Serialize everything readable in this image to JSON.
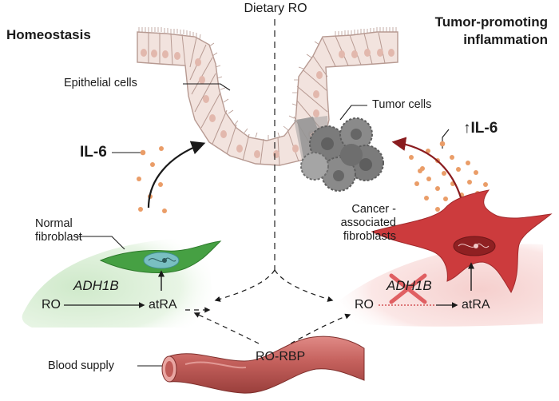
{
  "top_label": "Dietary RO",
  "left_panel": {
    "title": "Homeostasis",
    "epithelial_label": "Epithelial cells",
    "cytokine_label": "IL-6",
    "fibroblast_label_line1": "Normal",
    "fibroblast_label_line2": "fibroblast",
    "enzyme_label": "ADH1B",
    "substrate_label": "RO",
    "product_label": "atRA"
  },
  "right_panel": {
    "title_line1": "Tumor-promoting",
    "title_line2": "inflammation",
    "tumor_label": "Tumor cells",
    "cytokine_label": "IL-6",
    "cytokine_arrow": "↑",
    "fibroblast_label_line1": "Cancer -",
    "fibroblast_label_line2": "associated",
    "fibroblast_label_line3": "fibroblasts",
    "enzyme_label": "ADH1B",
    "substrate_label": "RO",
    "product_label": "atRA"
  },
  "bottom": {
    "blood_label": "Blood supply",
    "carrier_label": "RO-RBP"
  },
  "colors": {
    "epithelium_fill": "#f2e3de",
    "epithelium_stroke": "#b79a92",
    "nucleus": "#e2b8ad",
    "il6_dot": "#ea9d68",
    "normal_fibroblast": "#46a043",
    "normal_glow": "#d2ecce",
    "caf": "#cc3b3d",
    "caf_glow": "#f6d2d0",
    "tumor": "#7b7b7b",
    "dark_red_arrow": "#8a1c1f",
    "vessel": "#b8524f",
    "cross": "#e05f62"
  }
}
